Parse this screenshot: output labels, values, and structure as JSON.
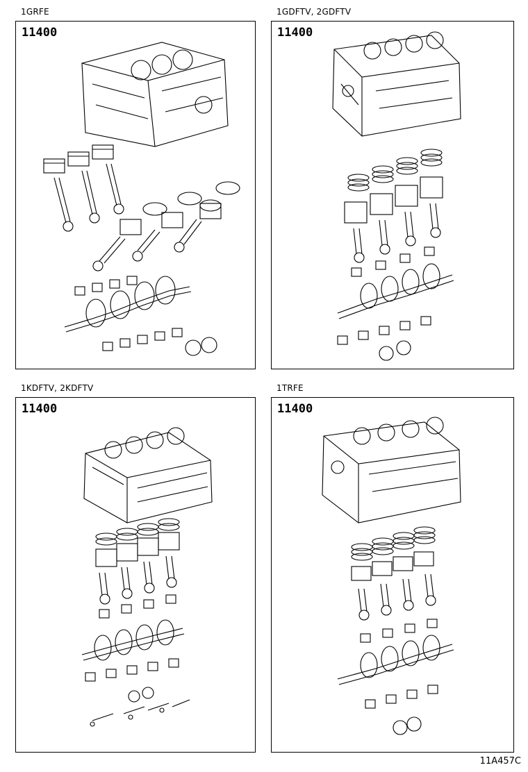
{
  "panels": [
    {
      "engine": "1GRFE",
      "part_no": "11400"
    },
    {
      "engine": "1GDFTV, 2GDFTV",
      "part_no": "11400"
    },
    {
      "engine": "1KDFTV, 2KDFTV",
      "part_no": "11400"
    },
    {
      "engine": "1TRFE",
      "part_no": "11400"
    }
  ],
  "illustration_code": "11A457C",
  "icons": {
    "block": "engine-block-icon",
    "piston": "piston-icon",
    "rod": "connecting-rod-icon",
    "crank": "crankshaft-icon",
    "bearing": "bearing-icon"
  }
}
